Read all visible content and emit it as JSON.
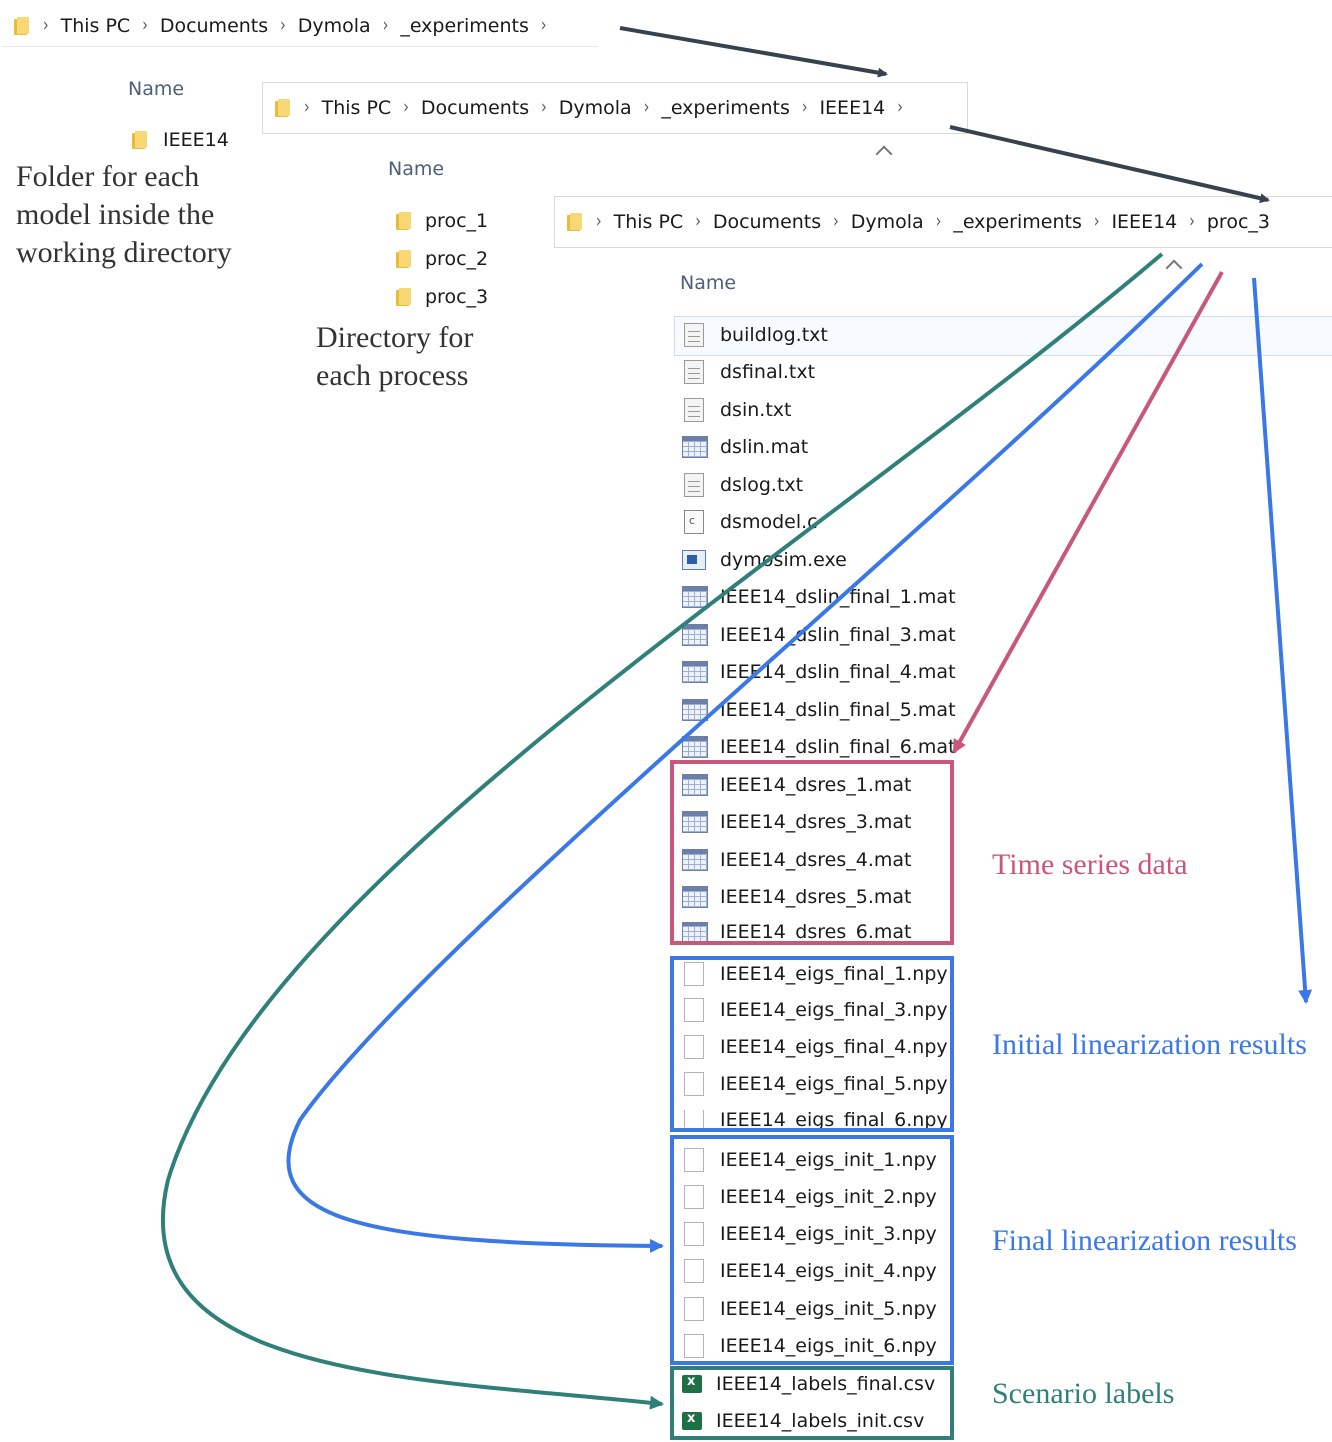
{
  "colors": {
    "pink": "#c8577a",
    "blue": "#3b78e7",
    "teal": "#2f8078",
    "dark_arrow": "#36434f"
  },
  "nav1": {
    "path": [
      "This PC",
      "Documents",
      "Dymola",
      "_experiments"
    ]
  },
  "nav2": {
    "path": [
      "This PC",
      "Documents",
      "Dymola",
      "_experiments",
      "IEEE14"
    ]
  },
  "nav3": {
    "path": [
      "This PC",
      "Documents",
      "Dymola",
      "_experiments",
      "IEEE14",
      "proc_3"
    ]
  },
  "column_header": "Name",
  "level1_items": [
    {
      "name": "IEEE14",
      "icon": "folder-icon"
    }
  ],
  "level2_items": [
    {
      "name": "proc_1",
      "icon": "folder-icon"
    },
    {
      "name": "proc_2",
      "icon": "folder-icon"
    },
    {
      "name": "proc_3",
      "icon": "folder-icon"
    }
  ],
  "files": [
    {
      "name": "buildlog.txt",
      "icon": "text-file-icon"
    },
    {
      "name": "dsfinal.txt",
      "icon": "text-file-icon"
    },
    {
      "name": "dsin.txt",
      "icon": "text-file-icon"
    },
    {
      "name": "dslin.mat",
      "icon": "mat-file-icon"
    },
    {
      "name": "dslog.txt",
      "icon": "text-file-icon"
    },
    {
      "name": "dsmodel.c",
      "icon": "c-file-icon"
    },
    {
      "name": "dymosim.exe",
      "icon": "exe-file-icon"
    },
    {
      "name": "IEEE14_dslin_final_1.mat",
      "icon": "mat-file-icon"
    },
    {
      "name": "IEEE14_dslin_final_3.mat",
      "icon": "mat-file-icon"
    },
    {
      "name": "IEEE14_dslin_final_4.mat",
      "icon": "mat-file-icon"
    },
    {
      "name": "IEEE14_dslin_final_5.mat",
      "icon": "mat-file-icon"
    },
    {
      "name": "IEEE14_dslin_final_6.mat",
      "icon": "mat-file-icon"
    },
    {
      "name": "IEEE14_dsres_1.mat",
      "icon": "mat-file-icon"
    },
    {
      "name": "IEEE14_dsres_3.mat",
      "icon": "mat-file-icon"
    },
    {
      "name": "IEEE14_dsres_4.mat",
      "icon": "mat-file-icon"
    },
    {
      "name": "IEEE14_dsres_5.mat",
      "icon": "mat-file-icon"
    },
    {
      "name": "IEEE14_dsres_6.mat",
      "icon": "mat-file-icon"
    },
    {
      "name": "IEEE14_eigs_final_1.npy",
      "icon": "npy-file-icon"
    },
    {
      "name": "IEEE14_eigs_final_3.npy",
      "icon": "npy-file-icon"
    },
    {
      "name": "IEEE14_eigs_final_4.npy",
      "icon": "npy-file-icon"
    },
    {
      "name": "IEEE14_eigs_final_5.npy",
      "icon": "npy-file-icon"
    },
    {
      "name": "IEEE14_eigs_final_6.npy",
      "icon": "npy-file-icon"
    },
    {
      "name": "IEEE14_eigs_init_1.npy",
      "icon": "npy-file-icon"
    },
    {
      "name": "IEEE14_eigs_init_2.npy",
      "icon": "npy-file-icon"
    },
    {
      "name": "IEEE14_eigs_init_3.npy",
      "icon": "npy-file-icon"
    },
    {
      "name": "IEEE14_eigs_init_4.npy",
      "icon": "npy-file-icon"
    },
    {
      "name": "IEEE14_eigs_init_5.npy",
      "icon": "npy-file-icon"
    },
    {
      "name": "IEEE14_eigs_init_6.npy",
      "icon": "npy-file-icon"
    },
    {
      "name": "IEEE14_labels_final.csv",
      "icon": "csv-file-icon"
    },
    {
      "name": "IEEE14_labels_init.csv",
      "icon": "csv-file-icon"
    }
  ],
  "annotations": {
    "model_folder": "Folder for each model inside the working directory",
    "process_dir": "Directory for each process",
    "time_series": "Time series data",
    "initial_lin": "Initial linearization results",
    "final_lin": "Final linearization results",
    "scenario": "Scenario labels"
  }
}
